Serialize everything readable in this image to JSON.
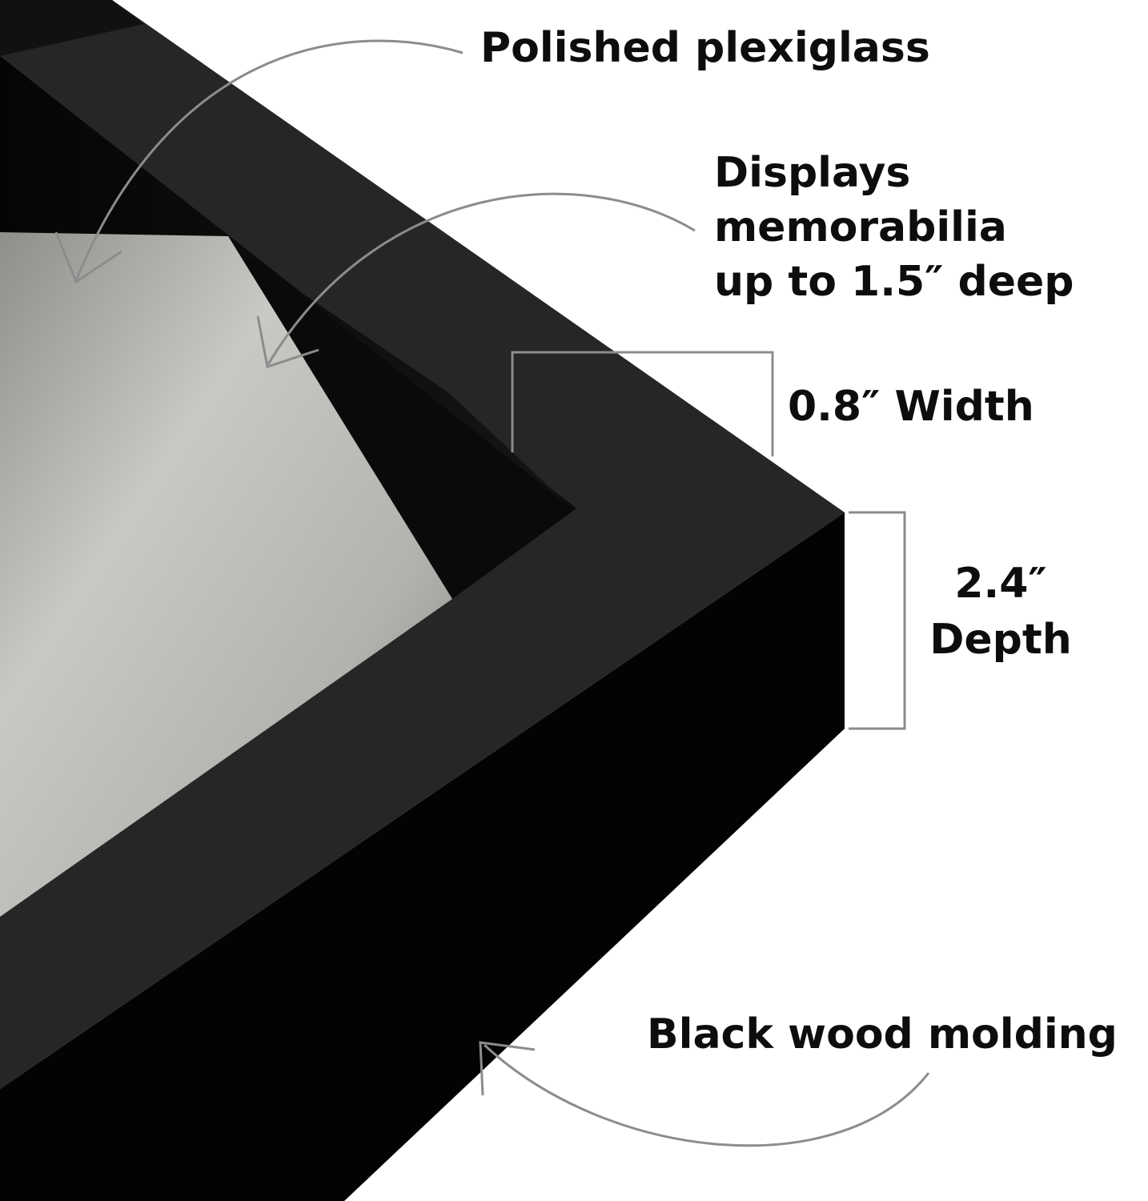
{
  "callouts": {
    "plexiglass": "Polished plexiglass",
    "memorabilia": {
      "line1": "Displays",
      "line2": "memorabilia",
      "line3": "up to 1.5″ deep"
    },
    "width": "0.8″ Width",
    "depth": {
      "line1": "2.4″",
      "line2": "Depth"
    },
    "molding": "Black wood molding"
  },
  "colors": {
    "frame_top": "#262626",
    "frame_side": "#030303",
    "inner_lip": "#0a0a0a",
    "glass_reflection": "#1a1a1a",
    "backing": "#b9b8b4",
    "pointer": "#8c8c8c",
    "text": "#0d0d0d"
  }
}
